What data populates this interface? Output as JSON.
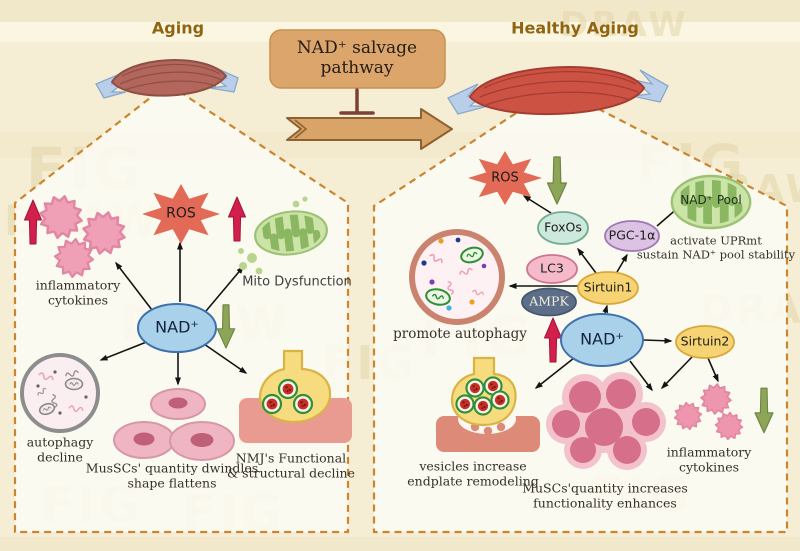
{
  "header": {
    "aging_title": "Aging",
    "healthy_aging_title": "Healthy Aging"
  },
  "pathway_box": {
    "line1": "NAD⁺ salvage",
    "line2": "pathway"
  },
  "left_panel": {
    "nad": "NAD⁺",
    "ros": "ROS",
    "cytokines_line1": "inflammatory",
    "cytokines_line2": "cytokines",
    "mito_dysfunction": "Mito Dysfunction",
    "autophagy_line1": "autophagy",
    "autophagy_line2": "decline",
    "muscs_line1": "MusSCs' quantity dwindles",
    "muscs_line2": "shape flattens",
    "nmj_line1": "NMJ's Functional",
    "nmj_line2": "& structural decline"
  },
  "right_panel": {
    "nad": "NAD⁺",
    "ros": "ROS",
    "foxos": "FoxOs",
    "pgc1a": "PGC-1α",
    "lc3": "LC3",
    "ampk": "AMPK",
    "sirtuin1": "Sirtuin1",
    "sirtuin2": "Sirtuin2",
    "nad_pool": "NAD⁺ Pool",
    "uprmt_line1": "activate UPRmt",
    "uprmt_line2": "sustain NAD⁺ pool stability",
    "promote_autophagy": "promote autophagy",
    "vesicles_line1": "vesicles increase",
    "vesicles_line2": "endplate remodeling",
    "muscs_line1": "MuSCs'quantity increases",
    "muscs_line2": "functionality enhances",
    "cytokines_line1": "inflammatory",
    "cytokines_line2": "cytokines"
  },
  "watermark": {
    "fig": "FIG",
    "draw": "DRAW"
  },
  "colors": {
    "background": "#f5eed4",
    "panel_fill": "#fdfcf7",
    "panel_border": "#c9852f",
    "pathway_tan": "#d9a467",
    "nad_blue": "#a9d1ea",
    "ros_red": "#e26a56",
    "increase_red": "#d2204c",
    "decrease_green": "#8da557",
    "sirtuin_yellow": "#f7d473",
    "foxos_mint": "#cde8dc",
    "pgc_lavender": "#dcc3e4",
    "lc3_pink": "#f5bac9",
    "ampk_slate": "#5d6f88",
    "mito_green": "#cde4a8",
    "cell_pink": "#efb5c2",
    "title_brown": "#8f6512"
  }
}
